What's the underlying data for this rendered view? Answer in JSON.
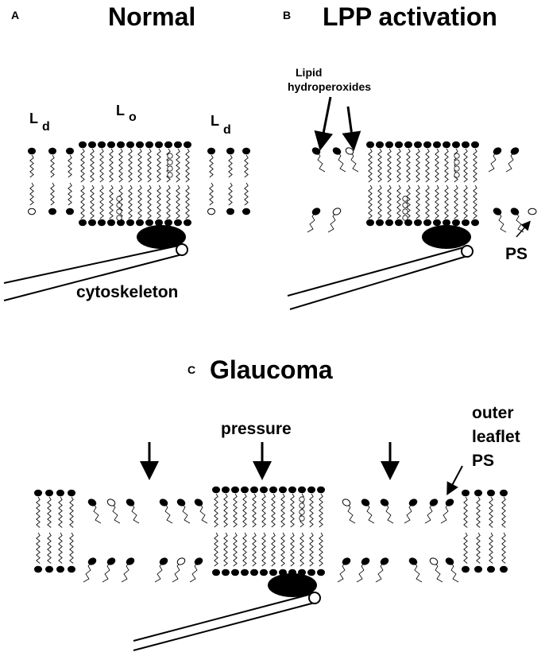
{
  "panels": {
    "a": {
      "letter": "A",
      "title": "Normal",
      "domains": {
        "ld_main": "L",
        "ld_sub": "d",
        "lo_main": "L",
        "lo_sub": "o"
      },
      "cytoskeleton_label": "cytoskeleton"
    },
    "b": {
      "letter": "B",
      "title": "LPP activation",
      "lipid_line1": "Lipid",
      "lipid_line2": "hydroperoxides",
      "ps_label": "PS"
    },
    "c": {
      "letter": "C",
      "title": "Glaucoma",
      "pressure_label": "pressure",
      "outer_line1": "outer",
      "outer_line2": "leaflet",
      "outer_line3": "PS"
    }
  },
  "colors": {
    "ink": "#000000",
    "background": "#ffffff"
  }
}
